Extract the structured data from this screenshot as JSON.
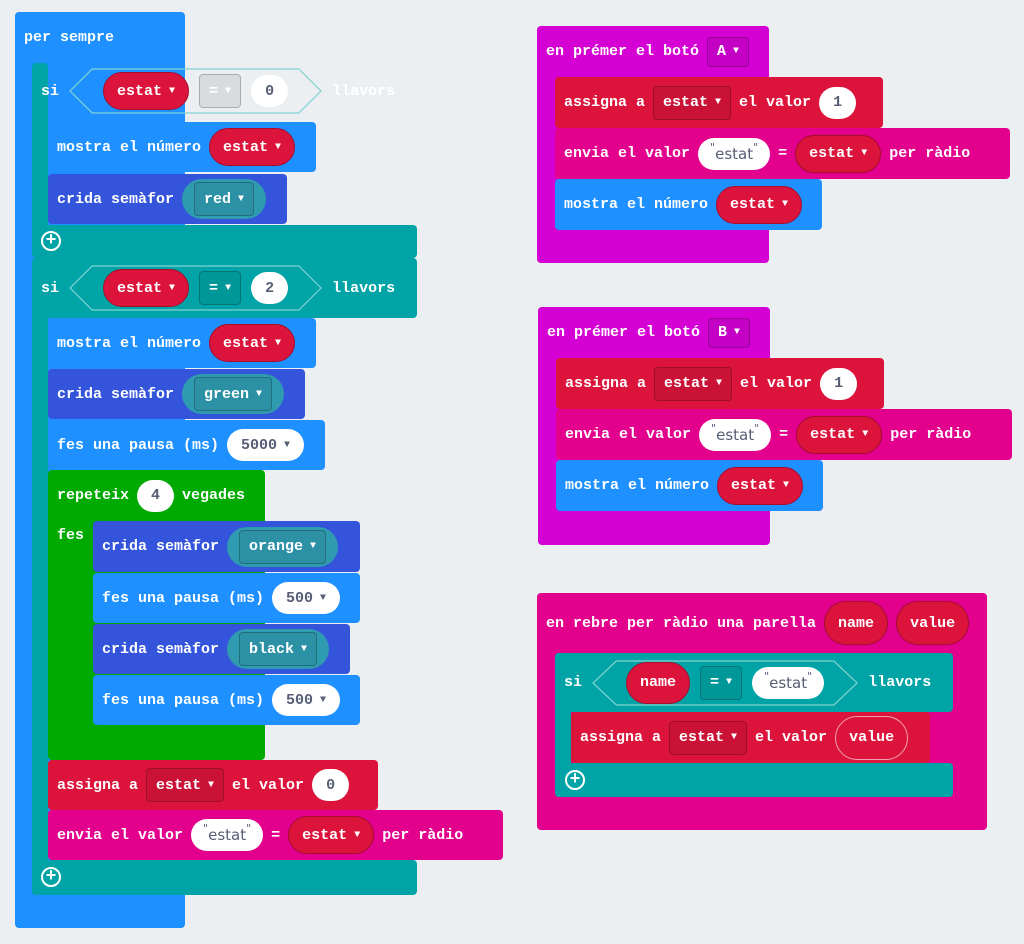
{
  "colors": {
    "loop_forever": "#1e90ff",
    "logic": "#00a4a6",
    "variables": "#dc143c",
    "basic": "#1e90ff",
    "functions": "#3455db",
    "loops": "#00aa00",
    "radio": "#e3008c",
    "input": "#d400d4"
  },
  "forever": {
    "label": "per sempre",
    "if1": {
      "si": "si",
      "var": "estat",
      "op": "=",
      "value": "0",
      "then": "llavors",
      "show_label": "mostra el número",
      "show_var": "estat",
      "call_label": "crida semàfor",
      "call_arg": "red"
    },
    "if2": {
      "si": "si",
      "var": "estat",
      "op": "=",
      "value": "2",
      "then": "llavors",
      "show_label": "mostra el número",
      "show_var": "estat",
      "call_label": "crida semàfor",
      "call_arg": "green",
      "pause_label": "fes una pausa (ms)",
      "pause_value": "5000",
      "repeat": {
        "label": "repeteix",
        "count": "4",
        "times": "vegades",
        "do": "fes",
        "steps": [
          {
            "label": "crida semàfor",
            "arg": "orange"
          },
          {
            "label": "fes una pausa (ms)",
            "arg": "500"
          },
          {
            "label": "crida semàfor",
            "arg": "black"
          },
          {
            "label": "fes una pausa (ms)",
            "arg": "500"
          }
        ]
      },
      "set_label": "assigna a",
      "set_var": "estat",
      "set_value_label": "el valor",
      "set_value": "0",
      "send_label": "envia el valor",
      "send_name": "estat",
      "send_eq": "=",
      "send_var": "estat",
      "send_suffix": "per ràdio"
    }
  },
  "buttonA": {
    "label": "en prémer el botó",
    "button": "A",
    "set_label": "assigna a",
    "set_var": "estat",
    "set_value_label": "el valor",
    "set_value": "1",
    "send_label": "envia el valor",
    "send_name": "estat",
    "send_eq": "=",
    "send_var": "estat",
    "send_suffix": "per ràdio",
    "show_label": "mostra el número",
    "show_var": "estat"
  },
  "buttonB": {
    "label": "en prémer el botó",
    "button": "B",
    "set_label": "assigna a",
    "set_var": "estat",
    "set_value_label": "el valor",
    "set_value": "1",
    "send_label": "envia el valor",
    "send_name": "estat",
    "send_eq": "=",
    "send_var": "estat",
    "send_suffix": "per ràdio",
    "show_label": "mostra el número",
    "show_var": "estat"
  },
  "radio": {
    "label": "en rebre per ràdio una parella",
    "param1": "name",
    "param2": "value",
    "si": "si",
    "cmp_var": "name",
    "op": "=",
    "cmp_value": "estat",
    "then": "llavors",
    "set_label": "assigna a",
    "set_var": "estat",
    "set_value_label": "el valor",
    "set_value": "value"
  },
  "caret": "▼",
  "plus": "+"
}
